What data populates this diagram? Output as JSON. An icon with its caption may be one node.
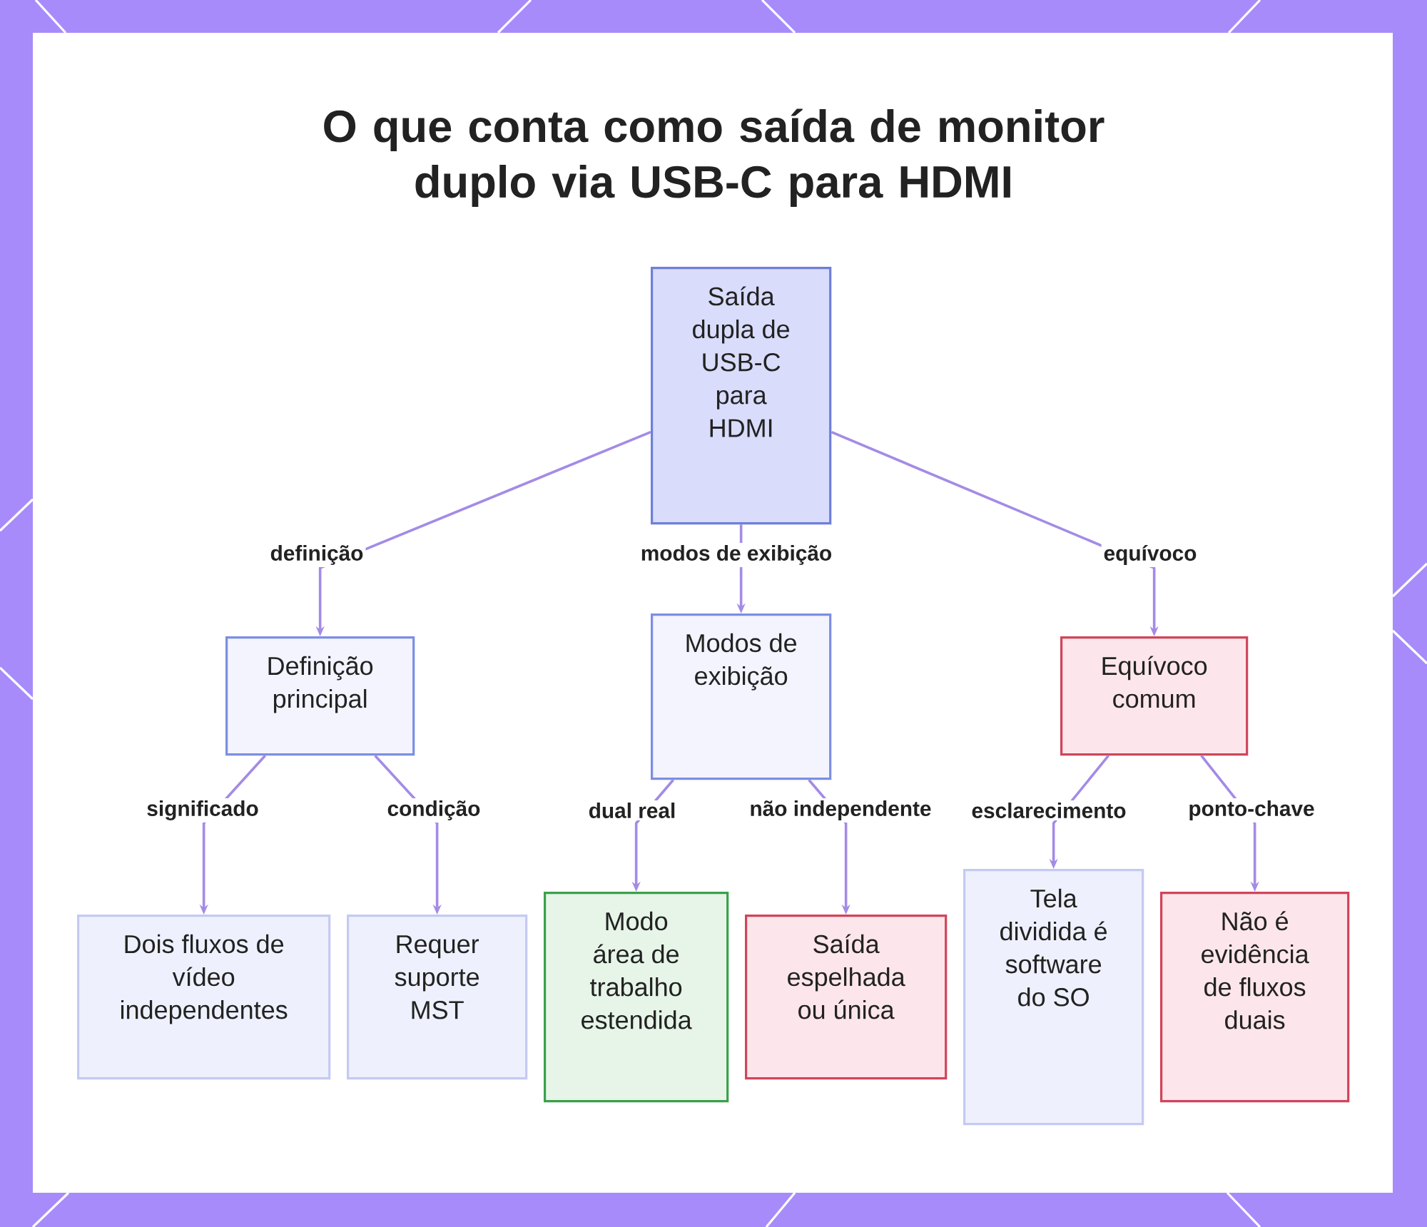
{
  "diagram": {
    "title": "O que conta como saída de monitor duplo via USB-C para HDMI",
    "nodes": [
      {
        "text": [
          "Saída dupla de USB-C para HDMI"
        ]
      },
      {
        "text": [
          "Definição principal"
        ]
      },
      {
        "text": [
          "Modos de exibição"
        ]
      },
      {
        "text": [
          "Equívoco comum"
        ]
      },
      {
        "text": [
          "Dois fluxos de vídeo independentes"
        ]
      },
      {
        "text": [
          "Requer suporte MST"
        ]
      },
      {
        "text": [
          "Modo área de trabalho estendida"
        ]
      },
      {
        "text": [
          "Saída espelhada ou única"
        ]
      },
      {
        "text": [
          "Tela dividida é software do SO"
        ]
      },
      {
        "text": [
          "Não é evidência de fluxos duais"
        ]
      }
    ],
    "edges": [
      {
        "from": 0,
        "to": 1,
        "arrow": "to",
        "label": "definição"
      },
      {
        "from": 0,
        "to": 2,
        "arrow": "to",
        "label": "modos de exibição"
      },
      {
        "from": 0,
        "to": 3,
        "arrow": "to",
        "label": "equívoco"
      },
      {
        "from": 1,
        "to": 4,
        "arrow": "to",
        "label": "significado"
      },
      {
        "from": 1,
        "to": 5,
        "arrow": "to",
        "label": "condição"
      },
      {
        "from": 2,
        "to": 6,
        "arrow": "to",
        "label": "dual real"
      },
      {
        "from": 2,
        "to": 7,
        "arrow": "to",
        "label": "não independente"
      },
      {
        "from": 3,
        "to": 8,
        "arrow": "to",
        "label": "esclarecimento"
      },
      {
        "from": 3,
        "to": 9,
        "arrow": "to",
        "label": "ponto-chave"
      }
    ]
  }
}
